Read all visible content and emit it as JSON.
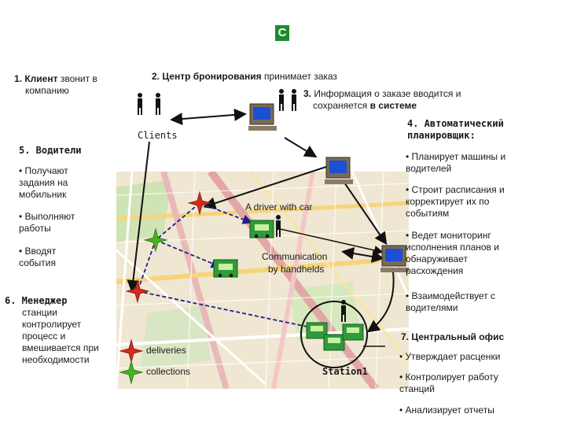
{
  "header_badge": "С",
  "step1": {
    "num": "1.",
    "bold": "Клиент",
    "rest": "звонит в",
    "line2": "компанию"
  },
  "step2": {
    "num": "2.",
    "bold": "Центр бронирования",
    "rest": "принимает заказ"
  },
  "step3": {
    "num": "3.",
    "line1": "Информация о заказе вводится и",
    "line2a": "сохраняется",
    "line2b": "в системе"
  },
  "step4": {
    "line1": "4. Автоматический",
    "line2": "планировщик:",
    "bullets": [
      [
        "• Планирует машины и",
        "водителей"
      ],
      [
        "• Строит расписания и",
        "корректирует их по",
        "событиям"
      ],
      [
        "• Ведет мониторинг",
        "исполнения планов и",
        "обнаруживает",
        "расхождения"
      ],
      [
        "• Взаимодействует с",
        "водителями"
      ]
    ]
  },
  "step5": {
    "title": "5. Водители",
    "bullets": [
      [
        "• Получают",
        "задания на",
        "мобильник"
      ],
      [
        "• Выполняют",
        "работы"
      ],
      [
        "• Вводят",
        "события"
      ]
    ]
  },
  "step6": {
    "title": "6. Менеджер",
    "lines": [
      "станции",
      "контролирует",
      "процесс и",
      "вмешивается при",
      "необходимости"
    ]
  },
  "step7": {
    "title": "7. Центральный офис",
    "bullets": [
      "• Утверждает расценки",
      "• Контролирует работу",
      "станций",
      "• Анализирует отчеты"
    ]
  },
  "labels": {
    "clients": "Clients",
    "driver_with_car": "A driver with car",
    "communication_1": "Communication",
    "communication_2": "by handhelds",
    "deliveries": "deliveries",
    "collections": "collections",
    "station": "Station1"
  },
  "colors": {
    "arrow": "#111111",
    "dashed_arrow": "#1f1f8a",
    "delivery_star": "#d42a1e",
    "collection_star": "#46b51f",
    "badge": "#1c8a2e"
  }
}
